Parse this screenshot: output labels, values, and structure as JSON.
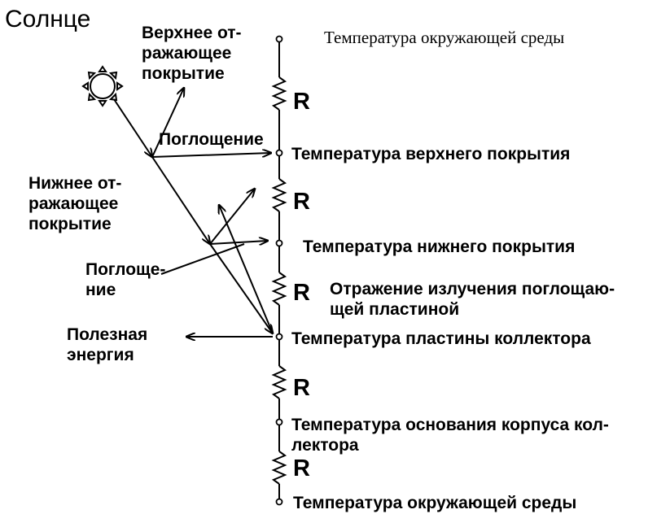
{
  "sun_label": "Солнце",
  "ambient_top": "Температура окружающей среды",
  "upper_reflect": [
    "Верхнее от-",
    "ражающее",
    "покрытие"
  ],
  "absorb_upper": "Поглощение",
  "upper_temp": "Температура верхнего покрытия",
  "lower_reflect": [
    "Нижнее от-",
    "ражающее",
    "покрытие"
  ],
  "lower_temp": "Температура нижнего покрытия",
  "absorb_lower": [
    "Поглоще-",
    "ние"
  ],
  "plate_reflect": [
    "Отражение излучения поглощаю-",
    "щей пластиной"
  ],
  "useful_energy": [
    "Полезная",
    "энергия"
  ],
  "plate_temp": "Температура пластины коллектора",
  "base_temp": [
    "Температура основания корпуса кол-",
    "лектора"
  ],
  "ambient_bottom": "Температура окружающей среды",
  "resistor_labels": [
    "R",
    "R",
    "R",
    "R",
    "R"
  ],
  "colors": {
    "ink": "#000000",
    "background": "#ffffff"
  },
  "icons": [
    "sun-icon"
  ]
}
